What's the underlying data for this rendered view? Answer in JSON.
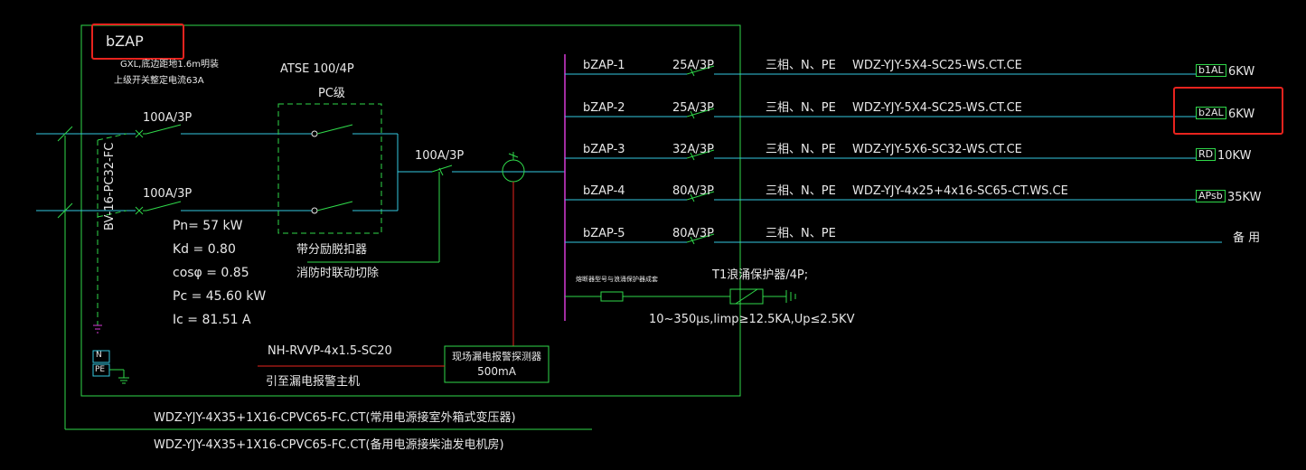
{
  "panel": {
    "name": "bZAP",
    "note1": "GXL,底边距地1.6m明装",
    "note2": "上级开关整定电流63A"
  },
  "ats": {
    "title": "ATSE  100/4P",
    "grade": "PC级"
  },
  "incoming": {
    "breaker1": "100A/3P",
    "breaker2": "100A/3P",
    "main_breaker": "100A/3P",
    "control_cable": "BV-16-PC32-FC",
    "shunt_note1": "带分励脱扣器",
    "shunt_note2": "消防时联动切除"
  },
  "load_calc": {
    "pn": "Pn= 57  kW",
    "kd": "Kd  =  0.80",
    "cos": "cosφ  =  0.85",
    "pc": "Pc  =  45.60  kW",
    "ic": "Ic  =  81.51  A"
  },
  "leakage": {
    "cable": "NH-RVVP-4x1.5-SC20",
    "to_host": "引至漏电报警主机",
    "detector_line1": "现场漏电报警探测器",
    "detector_line2": "500mA"
  },
  "feeders": [
    {
      "id": "bZAP-1",
      "breaker": "25A/3P",
      "phase": "三相、N、PE",
      "cable": "WDZ-YJY-5X4-SC25-WS.CT.CE",
      "tag": "b1AL",
      "power": "6KW"
    },
    {
      "id": "bZAP-2",
      "breaker": "25A/3P",
      "phase": "三相、N、PE",
      "cable": "WDZ-YJY-5X4-SC25-WS.CT.CE",
      "tag": "b2AL",
      "power": "6KW"
    },
    {
      "id": "bZAP-3",
      "breaker": "32A/3P",
      "phase": "三相、N、PE",
      "cable": "WDZ-YJY-5X6-SC32-WS.CT.CE",
      "tag": "RD",
      "power": "10KW"
    },
    {
      "id": "bZAP-4",
      "breaker": "80A/3P",
      "phase": "三相、N、PE",
      "cable": "WDZ-YJY-4x25+4x16-SC65-CT.WS.CE",
      "tag": "APsb",
      "power": "35KW"
    },
    {
      "id": "bZAP-5",
      "breaker": "80A/3P",
      "phase": "三相、N、PE",
      "cable": "",
      "tag": "",
      "power": "备 用"
    }
  ],
  "spd": {
    "label": "T1浪涌保护器/4P;",
    "note": "熔断器型号与浪涌保护器成套",
    "spec": "10~350μs,limp≥12.5KA,Up≤2.5KV"
  },
  "ground": {
    "n": "N",
    "pe": "PE"
  },
  "supply": {
    "normal": "WDZ-YJY-4X35+1X16-CPVC65-FC.CT(常用电源接室外箱式变压器)",
    "backup": "WDZ-YJY-4X35+1X16-CPVC65-FC.CT(备用电源接柴油发电机房)"
  },
  "colors": {
    "background": "#000000",
    "green": "#2fd84a",
    "cyan": "#34c9e0",
    "magenta": "#d53ad5",
    "red": "#e8231e",
    "white": "#e8e8e8"
  }
}
